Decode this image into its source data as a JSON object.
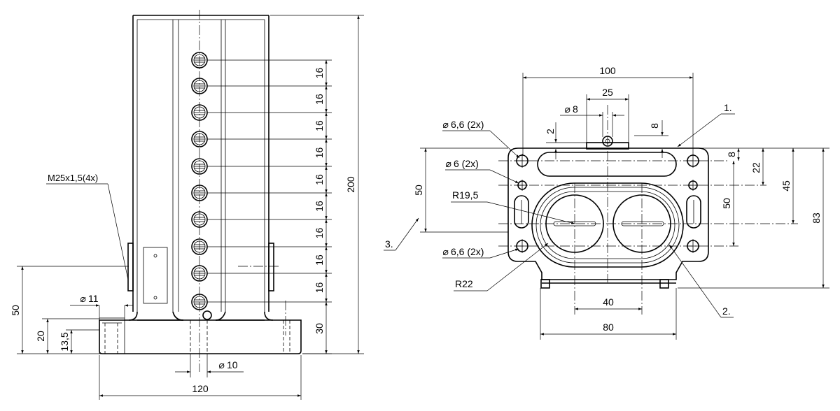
{
  "front_view": {
    "pitch_dims": [
      "16",
      "16",
      "16",
      "16",
      "16",
      "16",
      "16",
      "16",
      "16"
    ],
    "dim_30": "30",
    "dim_200": "200",
    "dim_120": "120",
    "dim_50": "50",
    "dim_20": "20",
    "dim_13_5": "13,5",
    "dia_11": "11",
    "dia_10": "10",
    "thread_label": "M25x1,5(4x)"
  },
  "top_view": {
    "dim_100": "100",
    "dim_25": "25",
    "dia_8": "8",
    "dim_2": "2",
    "dim_8_top": "8",
    "dim_8_right": "8",
    "dim_22": "22",
    "dim_45": "45",
    "dim_50_right": "50",
    "dim_83": "83",
    "dim_50_left": "50",
    "dim_40": "40",
    "dim_80": "80",
    "hole_66_top": "6,6 (2x)",
    "hole_6": "6 (2x)",
    "hole_66_bottom": "6,6 (2x)",
    "radius_19_5": "R19,5",
    "radius_22": "R22",
    "callout_1": "1.",
    "callout_2": "2.",
    "callout_3": "3."
  }
}
